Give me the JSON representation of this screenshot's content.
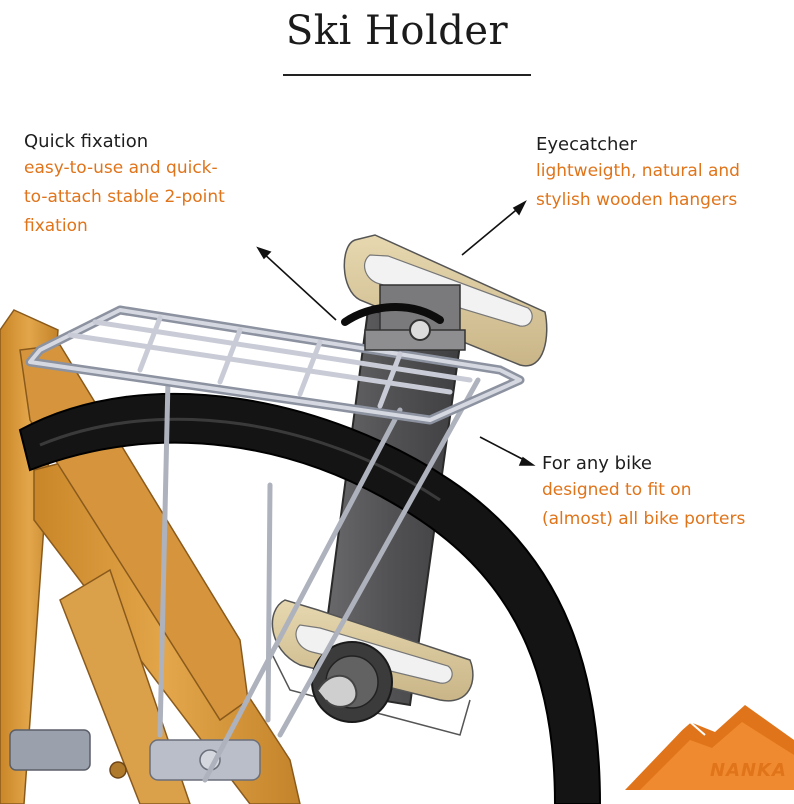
{
  "title": "Ski Holder",
  "annotations": {
    "quick_fixation": {
      "heading": "Quick fixation",
      "lines": [
        "easy-to-use and quick-",
        "to-attach stable 2-point",
        "fixation"
      ]
    },
    "eyecatcher": {
      "heading": "Eyecatcher",
      "lines": [
        "lightweigth, natural and",
        "stylish wooden hangers"
      ]
    },
    "for_any_bike": {
      "heading": "For any bike",
      "lines": [
        "designed to fit on",
        "(almost) all bike porters"
      ]
    }
  },
  "logo": {
    "text": "NANKA"
  },
  "colors": {
    "accent": "#e0741a",
    "heading": "#1e1e1e",
    "wood": "#d99a3c",
    "tire": "#121212",
    "rack": "#c9ccd6",
    "plate": "#5a5a5c",
    "hanger_wood": "#d9c79a"
  }
}
